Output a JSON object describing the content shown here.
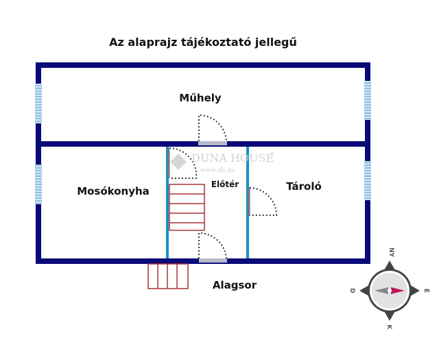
{
  "title": "Az alaprajz tájékoztató jellegű",
  "rooms": {
    "muhely": "Műhely",
    "mosokonyha": "Mosókonyha",
    "eloter": "Előtér",
    "tarolo": "Tároló",
    "alagsor": "Alagsor"
  },
  "watermark": {
    "brand": "DUNA HOUSE",
    "registered": "®",
    "url": "www.dh.hu"
  },
  "compass": {
    "north": "NY",
    "east": "É",
    "south": "K",
    "west": "D"
  },
  "colors": {
    "outer_wall": "#0a0a78",
    "inner_wall": "#1a8fc9",
    "window": "#9cc9e6",
    "stairs": "#a83232",
    "needle": "#c2185b"
  }
}
